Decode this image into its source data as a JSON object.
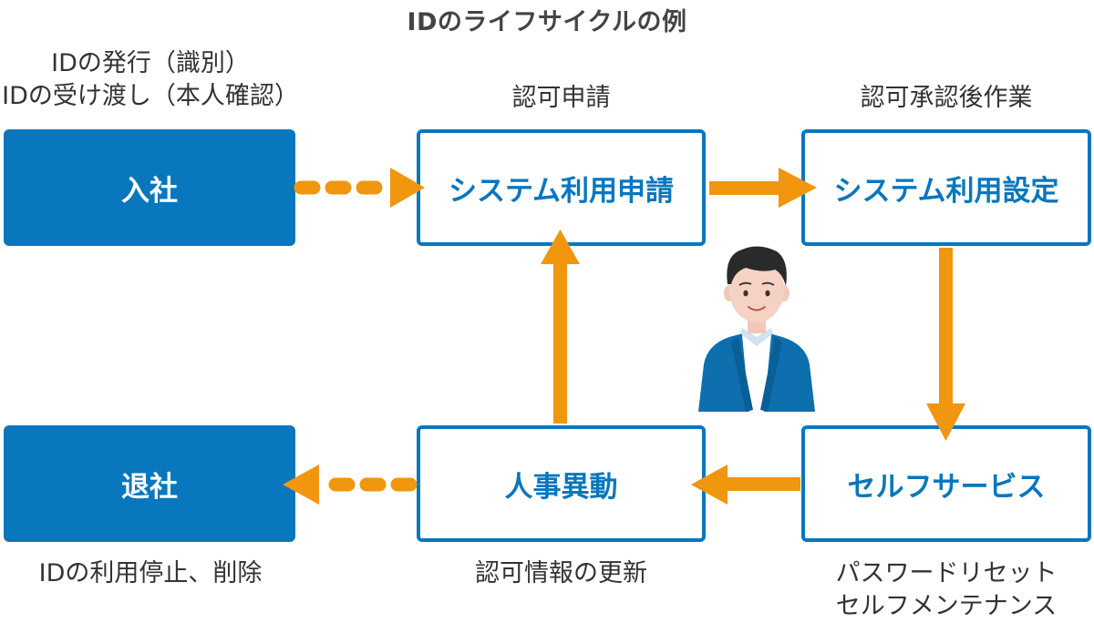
{
  "title": "IDのライフサイクルの例",
  "captions": {
    "issue_line1": "IDの発行（識別）",
    "issue_line2": "IDの受け渡し（本人確認）",
    "apply": "認可申請",
    "approve": "認可承認後作業",
    "stop": "IDの利用停止、削除",
    "update": "認可情報の更新",
    "self_line1": "パスワードリセット",
    "self_line2": "セルフメンテナンス"
  },
  "nodes": {
    "join": "入社",
    "apply": "システム利用申請",
    "setup": "システム利用設定",
    "self_service": "セルフサービス",
    "transfer": "人事異動",
    "leave": "退社"
  },
  "colors": {
    "primary_blue": "#0877bd",
    "arrow_orange": "#f0960f",
    "text_gray": "#333333"
  }
}
